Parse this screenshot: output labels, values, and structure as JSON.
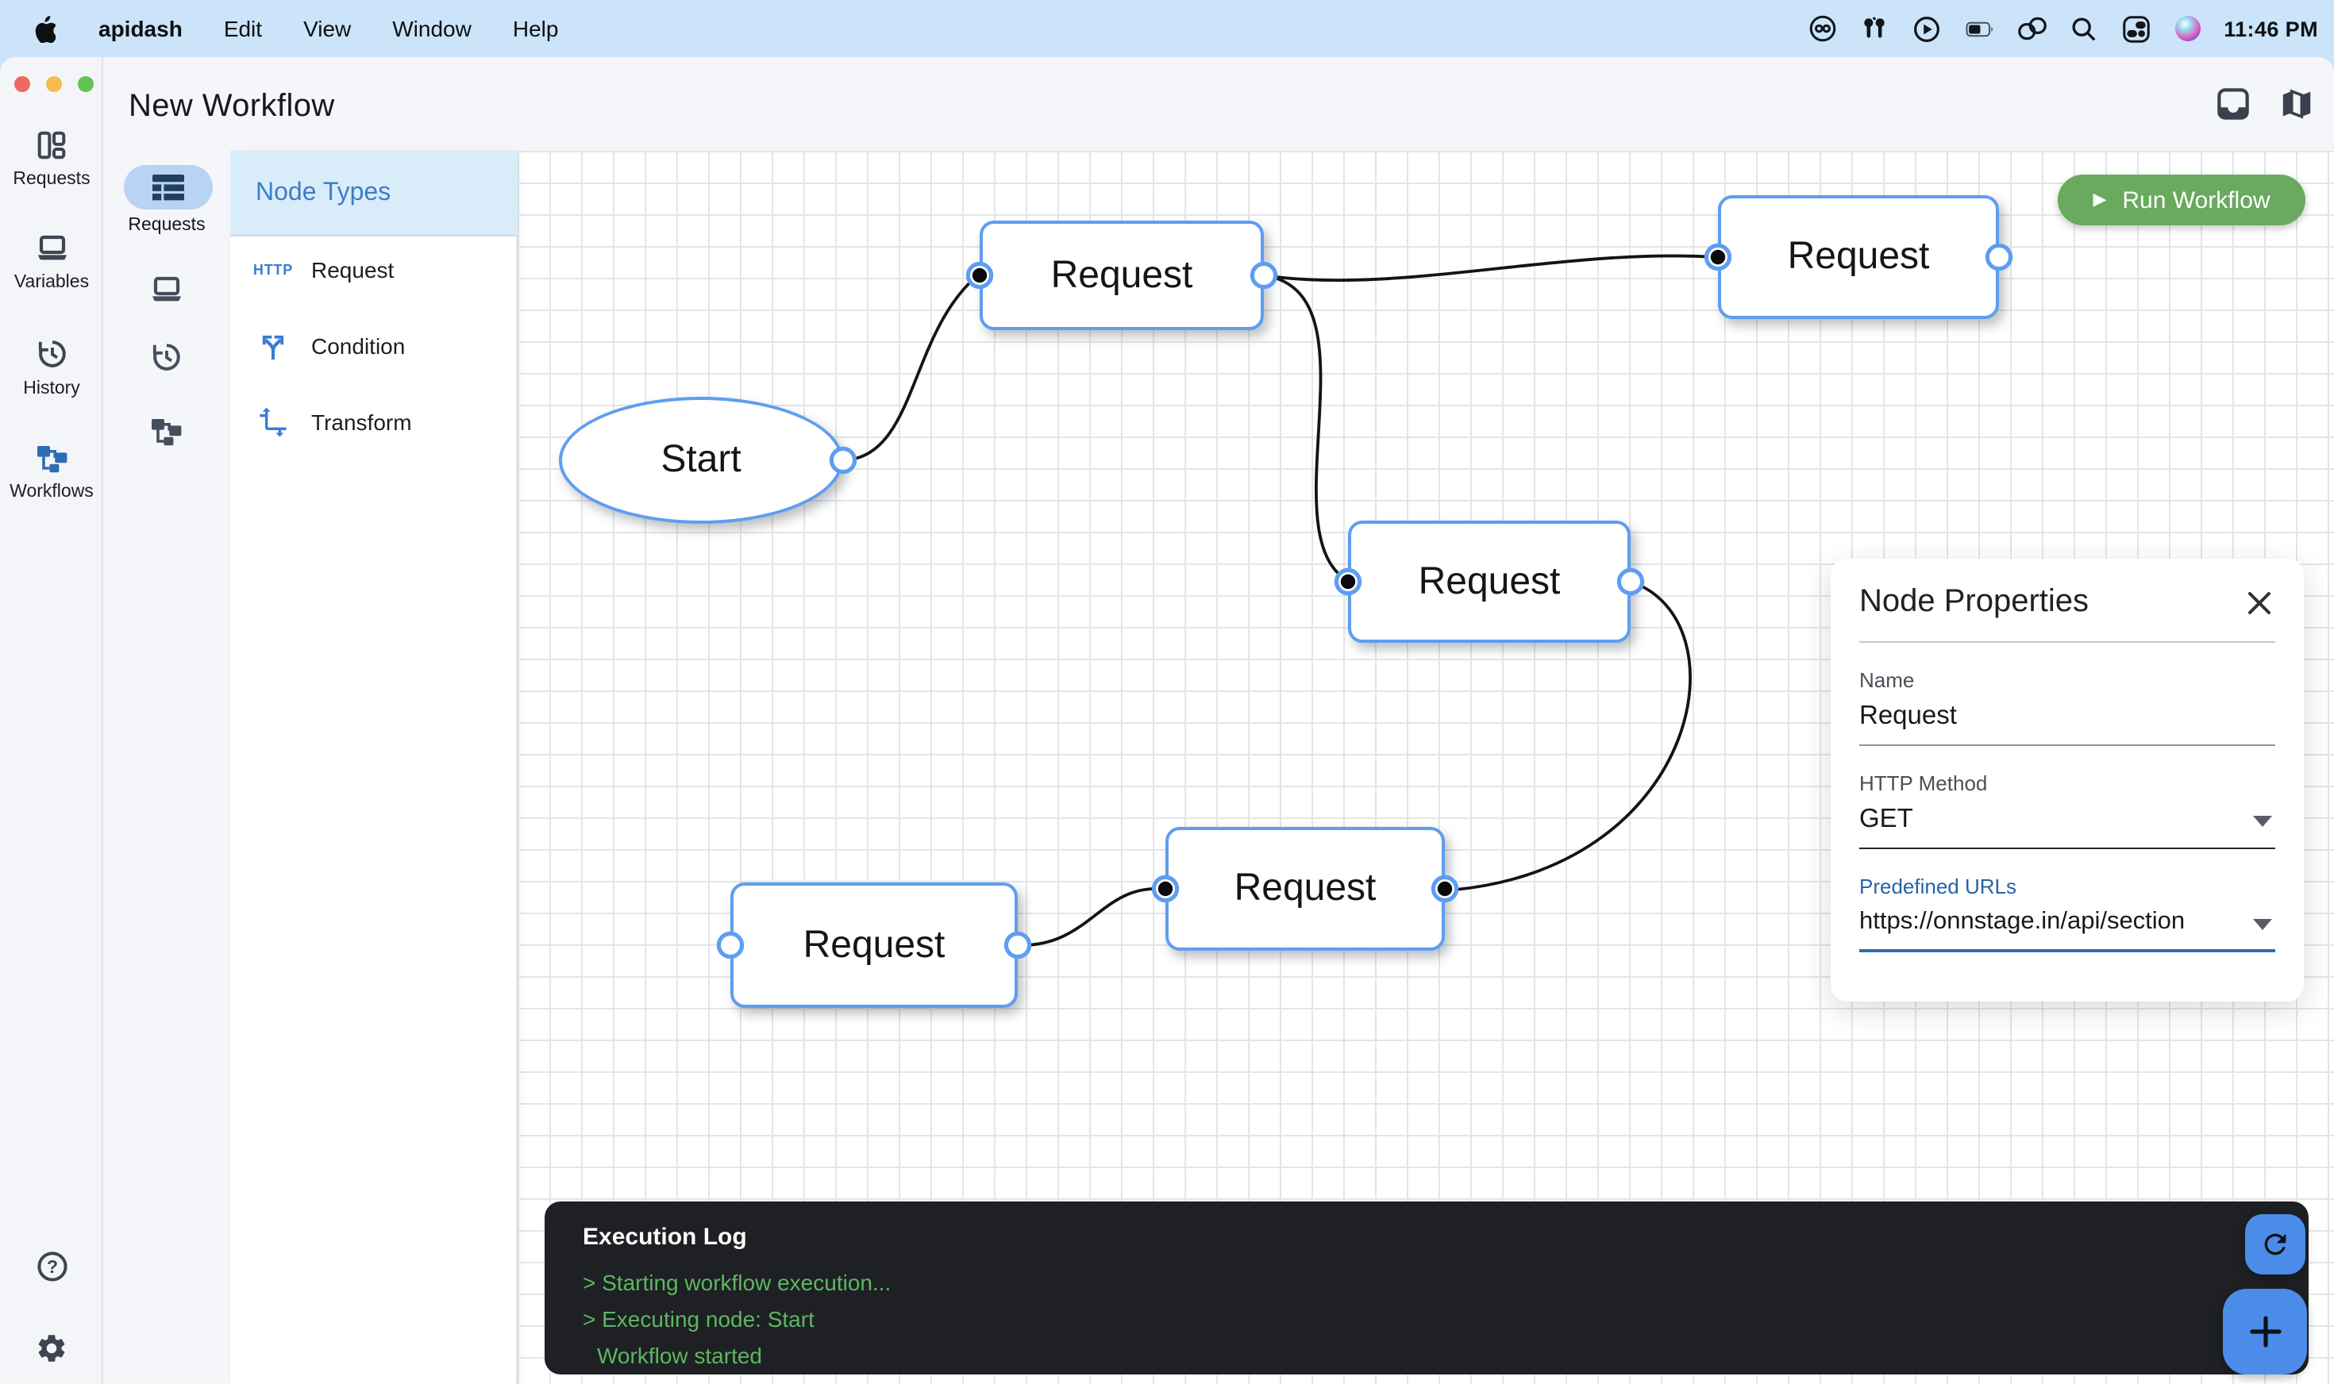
{
  "menubar": {
    "app": "apidash",
    "items": [
      "Edit",
      "View",
      "Window",
      "Help"
    ],
    "time": "11:46 PM"
  },
  "titlebar": {
    "title": "New Workflow"
  },
  "sidebar": {
    "items": [
      {
        "label": "Requests"
      },
      {
        "label": "Variables"
      },
      {
        "label": "History"
      },
      {
        "label": "Workflows"
      }
    ],
    "active": "Workflows"
  },
  "rail": {
    "requests_label": "Requests"
  },
  "node_types": {
    "header": "Node Types",
    "items": [
      {
        "label": "Request",
        "icon": "HTTP"
      },
      {
        "label": "Condition"
      },
      {
        "label": "Transform"
      }
    ]
  },
  "canvas": {
    "nodes": [
      {
        "label": "Start"
      },
      {
        "label": "Request"
      },
      {
        "label": "Request"
      },
      {
        "label": "Request"
      },
      {
        "label": "Request"
      },
      {
        "label": "Request"
      }
    ]
  },
  "toolbar": {
    "run_label": "Run Workflow"
  },
  "properties": {
    "title": "Node Properties",
    "name_label": "Name",
    "name_value": "Request",
    "method_label": "HTTP Method",
    "method_value": "GET",
    "urls_label": "Predefined URLs",
    "urls_value": "https://onnstage.in/api/section"
  },
  "log": {
    "title": "Execution Log",
    "lines": [
      "> Starting workflow execution...",
      "> Executing node: Start",
      "Workflow started"
    ]
  },
  "icons": {
    "help_glyph": "?"
  },
  "colors": {
    "menubar_bg": "#cbe4fa",
    "window_bg": "#f5f6fa",
    "accent_blue": "#5d9ef0",
    "panel_header_bg": "#d9ecf9",
    "panel_header_text": "#3c7dc8",
    "selected_pill": "#b9d3f5",
    "run_green": "#69aa5e",
    "log_bg": "#1e2023",
    "log_green": "#5cb762",
    "fab_blue": "#4b8ce8",
    "traffic_red": "#ec6a5e",
    "traffic_yellow": "#f5bd4f",
    "traffic_green": "#61c354"
  }
}
